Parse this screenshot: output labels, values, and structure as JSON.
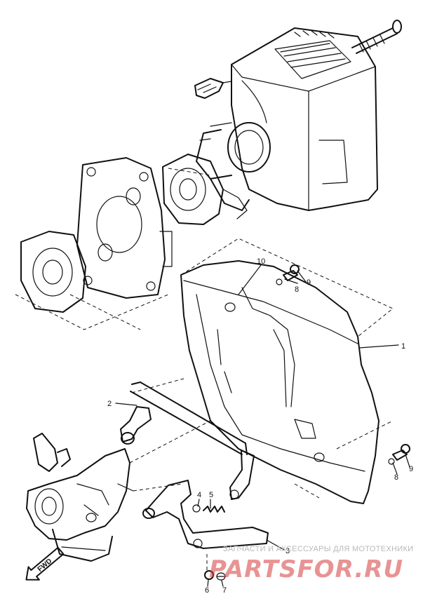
{
  "diagram": {
    "callouts": [
      "1",
      "2",
      "3",
      "4",
      "5",
      "6",
      "7",
      "8",
      "8",
      "9",
      "9",
      "10"
    ],
    "direction_marker": "FWD"
  },
  "watermark": {
    "caption": "ЗАПЧАСТИ И АКСЕССУАРЫ ДЛЯ МОТОТЕХНИКИ",
    "brand": "PARTSFOR.RU",
    "brand_color": "#d63a3a"
  }
}
